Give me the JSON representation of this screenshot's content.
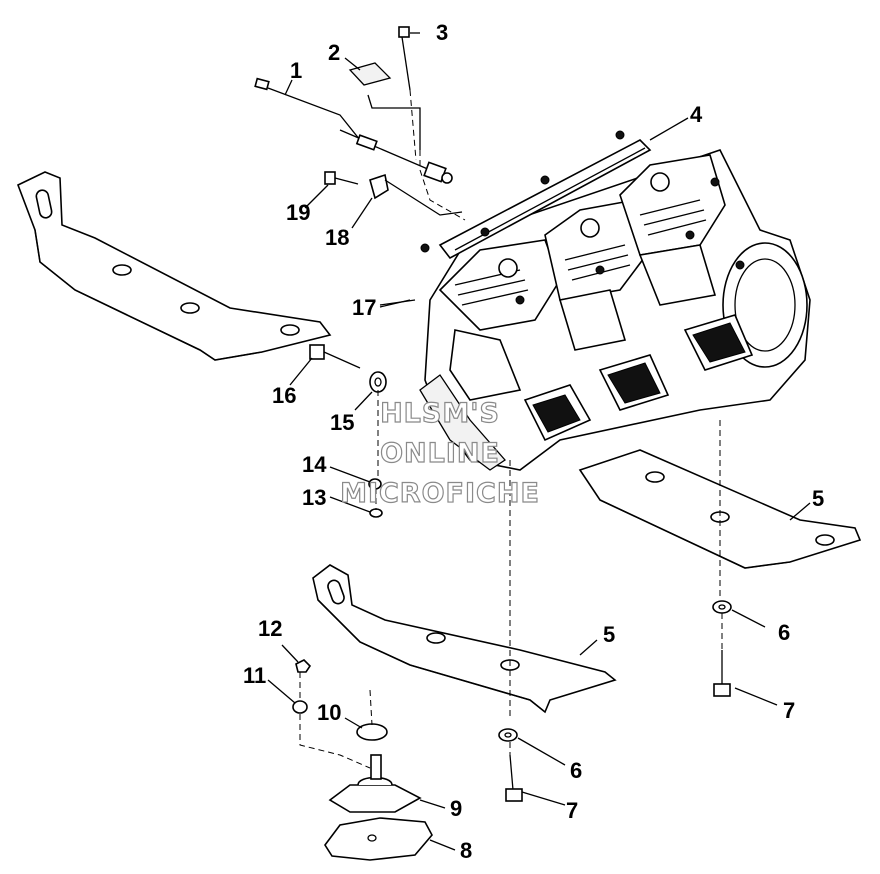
{
  "callouts": [
    "1",
    "2",
    "3",
    "4",
    "5",
    "5",
    "6",
    "6",
    "7",
    "7",
    "8",
    "9",
    "10",
    "11",
    "12",
    "13",
    "14",
    "15",
    "16",
    "17",
    "18",
    "19"
  ],
  "watermark": {
    "line1": "HLSM'S",
    "line2": "ONLINE",
    "line3": "MICROFICHE"
  }
}
